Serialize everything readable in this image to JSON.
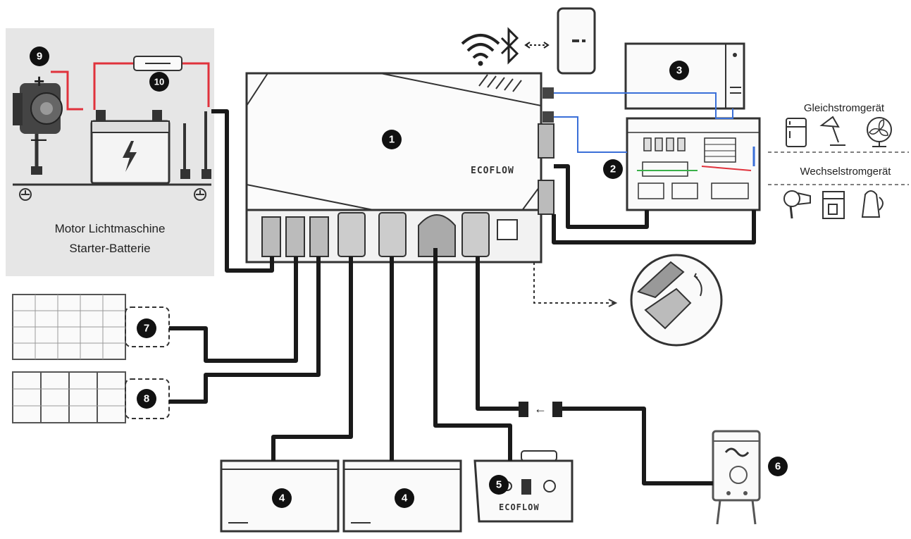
{
  "labels": {
    "vehicle_panel_line1": "Motor Lichtmaschine",
    "vehicle_panel_line2": "Starter-Batterie",
    "dc_devices": "Gleichstromgerät",
    "ac_devices": "Wechselstromgerät",
    "brand": "ECOFLOW",
    "plus_sign": "+",
    "minus_sign": "—",
    "arrow_left": "←"
  },
  "markers": {
    "m1": "1",
    "m2": "2",
    "m3": "3",
    "m4a": "4",
    "m4b": "4",
    "m5": "5",
    "m6": "6",
    "m7": "7",
    "m8": "8",
    "m9": "9",
    "m10": "10"
  },
  "colors": {
    "cable": "#1a1a1a",
    "positive_wire": "#e0323c",
    "signal_wire": "#3a6fd8",
    "panel_bg": "#e6e6e6",
    "marker_fill": "#111111",
    "outline": "#333333"
  }
}
